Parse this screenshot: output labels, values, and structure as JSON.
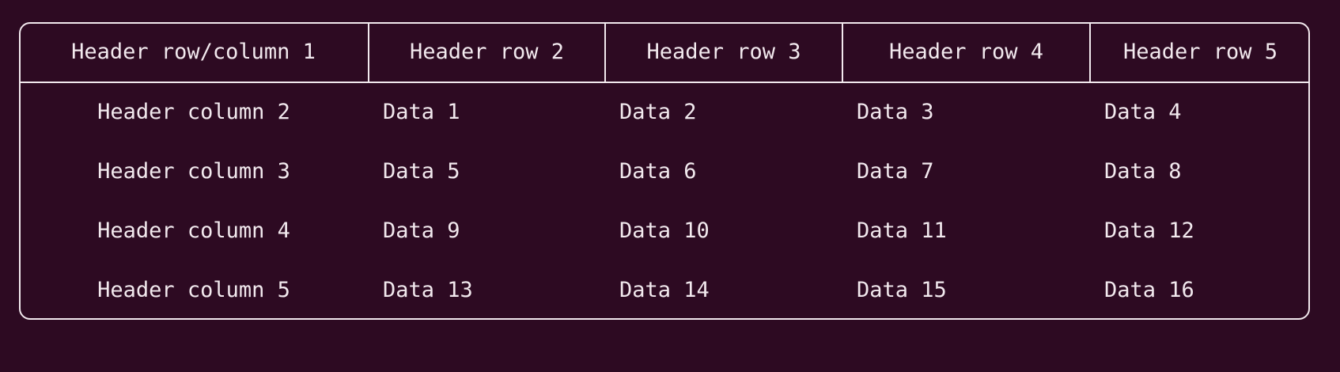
{
  "theme": {
    "background": "#2d0a22",
    "border": "#f2e9ee",
    "text": "#f2e9ee"
  },
  "table": {
    "corner_label": "Header row/column 1",
    "column_headers": [
      "Header row 2",
      "Header row 3",
      "Header row 4",
      "Header row 5"
    ],
    "row_headers": [
      "Header column 2",
      "Header column 3",
      "Header column 4",
      "Header column 5"
    ],
    "rows": [
      [
        "Data 1",
        "Data 2",
        "Data 3",
        "Data 4"
      ],
      [
        "Data 5",
        "Data 6",
        "Data 7",
        "Data 8"
      ],
      [
        "Data 9",
        "Data 10",
        "Data 11",
        "Data 12"
      ],
      [
        "Data 13",
        "Data 14",
        "Data 15",
        "Data 16"
      ]
    ]
  }
}
